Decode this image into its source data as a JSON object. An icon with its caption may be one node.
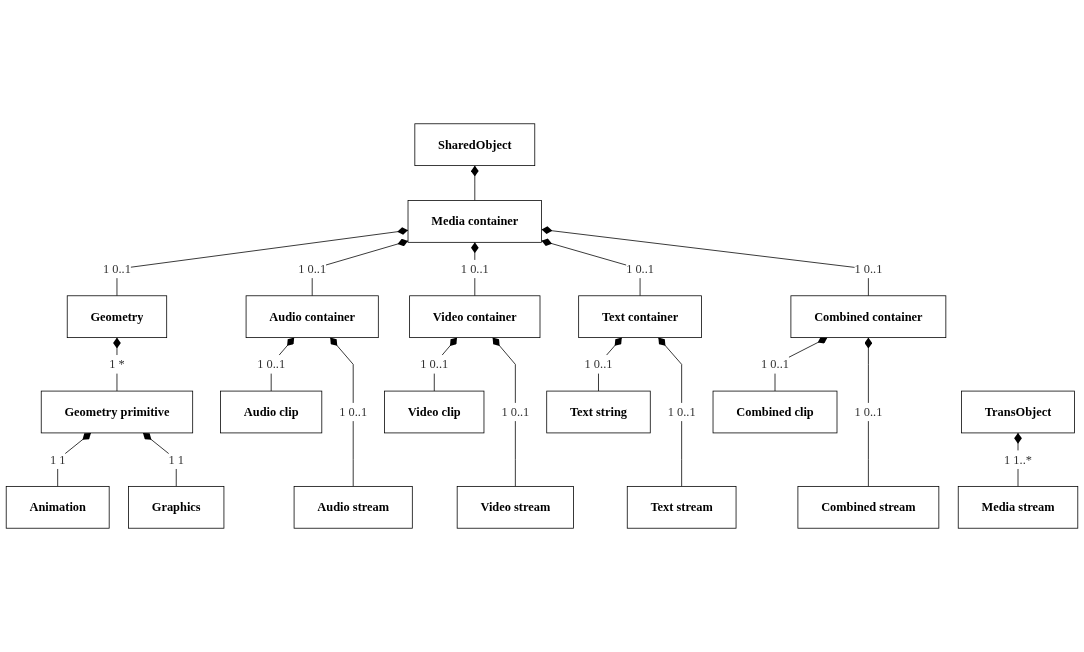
{
  "diagram": {
    "nodes": [
      {
        "text": [
          "SharedObject"
        ]
      },
      {
        "text": [
          "Media container"
        ]
      },
      {
        "text": [
          "Geometry"
        ]
      },
      {
        "text": [
          "Audio container"
        ]
      },
      {
        "text": [
          "Video container"
        ]
      },
      {
        "text": [
          "Text container"
        ]
      },
      {
        "text": [
          "Combined container"
        ]
      },
      {
        "text": [
          "Geometry primitive"
        ]
      },
      {
        "text": [
          "Audio clip"
        ]
      },
      {
        "text": [
          "Video clip"
        ]
      },
      {
        "text": [
          "Text string"
        ]
      },
      {
        "text": [
          "Combined clip"
        ]
      },
      {
        "text": [
          "TransObject"
        ]
      },
      {
        "text": [
          "Animation"
        ]
      },
      {
        "text": [
          "Graphics"
        ]
      },
      {
        "text": [
          "Audio stream"
        ]
      },
      {
        "text": [
          "Video stream"
        ]
      },
      {
        "text": [
          "Text stream"
        ]
      },
      {
        "text": [
          "Combined stream"
        ]
      },
      {
        "text": [
          "Media stream"
        ]
      }
    ],
    "edges": [
      {
        "from": 0,
        "to": 1,
        "arrow": "other"
      },
      {
        "from": 1,
        "to": 2,
        "arrow": "other",
        "label": "1 0..1"
      },
      {
        "from": 1,
        "to": 3,
        "arrow": "other",
        "label": "1 0..1"
      },
      {
        "from": 1,
        "to": 4,
        "arrow": "other",
        "label": "1 0..1"
      },
      {
        "from": 1,
        "to": 5,
        "arrow": "other",
        "label": "1 0..1"
      },
      {
        "from": 1,
        "to": 6,
        "arrow": "other",
        "label": "1 0..1"
      },
      {
        "from": 2,
        "to": 7,
        "arrow": "other",
        "label": "1 *"
      },
      {
        "from": 7,
        "to": 13,
        "arrow": "other",
        "label": "1 1"
      },
      {
        "from": 7,
        "to": 14,
        "arrow": "other",
        "label": "1 1"
      },
      {
        "from": 3,
        "to": 8,
        "arrow": "other",
        "label": "1 0..1"
      },
      {
        "from": 3,
        "to": 15,
        "arrow": "other",
        "label": "1 0..1"
      },
      {
        "from": 4,
        "to": 9,
        "arrow": "other",
        "label": "1 0..1"
      },
      {
        "from": 4,
        "to": 16,
        "arrow": "other",
        "label": "1 0..1"
      },
      {
        "from": 5,
        "to": 10,
        "arrow": "other",
        "label": "1 0..1"
      },
      {
        "from": 5,
        "to": 17,
        "arrow": "other",
        "label": "1 0..1"
      },
      {
        "from": 6,
        "to": 11,
        "arrow": "other",
        "label": "1 0..1"
      },
      {
        "from": 6,
        "to": 18,
        "arrow": "other",
        "label": "1 0..1"
      },
      {
        "from": 12,
        "to": 19,
        "arrow": "other",
        "label": "1 1..*"
      }
    ]
  }
}
